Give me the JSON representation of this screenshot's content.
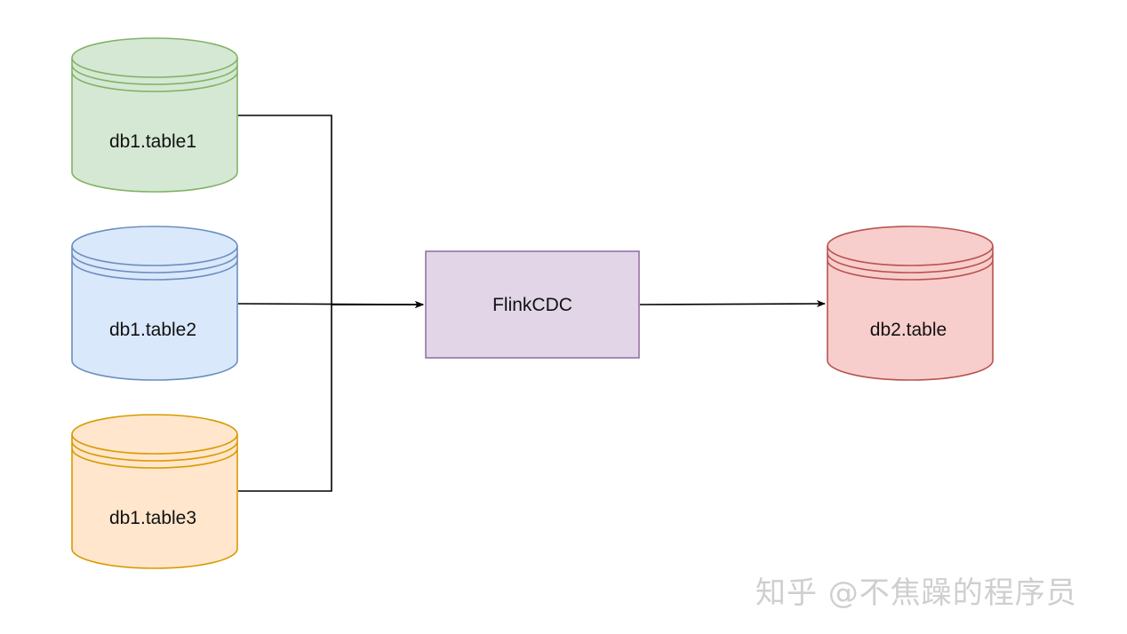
{
  "colors": {
    "green_fill": "#d5e8d4",
    "green_stroke": "#82b366",
    "blue_fill": "#dae8fc",
    "blue_stroke": "#6c8ebf",
    "orange_fill": "#ffe6cc",
    "orange_stroke": "#d79b00",
    "purple_fill": "#e1d5e7",
    "purple_stroke": "#9673a6",
    "red_fill": "#f8cecc",
    "red_stroke": "#b85450",
    "edge": "#000000"
  },
  "nodes": {
    "source1": {
      "label": "db1.table1",
      "shape": "cylinder-icon"
    },
    "source2": {
      "label": "db1.table2",
      "shape": "cylinder-icon"
    },
    "source3": {
      "label": "db1.table3",
      "shape": "cylinder-icon"
    },
    "processor": {
      "label": "FlinkCDC",
      "shape": "rectangle"
    },
    "sink": {
      "label": "db2.table",
      "shape": "cylinder-icon"
    }
  },
  "edges": [
    {
      "from": "db1.table1",
      "to": "FlinkCDC"
    },
    {
      "from": "db1.table2",
      "to": "FlinkCDC"
    },
    {
      "from": "db1.table3",
      "to": "FlinkCDC"
    },
    {
      "from": "FlinkCDC",
      "to": "db2.table"
    }
  ],
  "watermark": "知乎 @不焦躁的程序员"
}
